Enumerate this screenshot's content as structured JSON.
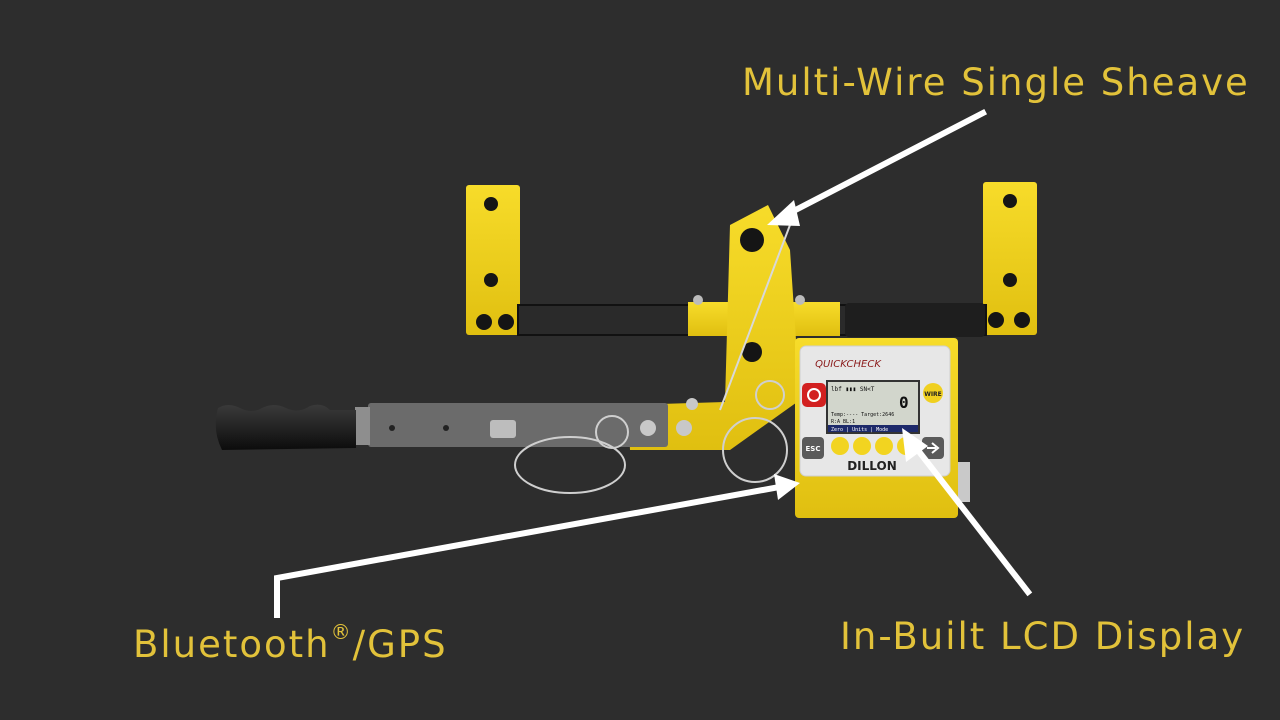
{
  "callouts": {
    "sheave": "Multi-Wire Single Sheave",
    "lcd": "In-Built LCD Display",
    "bluetooth_main": "Bluetooth",
    "bluetooth_sup": "®",
    "bluetooth_tail": "/GPS"
  },
  "device": {
    "brand_logo": "QUICKCHECK",
    "maker_logo": "DILLON",
    "buttons": {
      "escape": "ESC",
      "wire": "WIRE"
    },
    "screen": {
      "header": "lbf ▮▮▮ SN<T",
      "reading": "0",
      "line1": "Temp:---- Target:2646",
      "line2": "R:A    BL:1",
      "softkeys": "Zero | Units | Mode"
    }
  },
  "colors": {
    "background": "#2d2d2d",
    "caption": "#e2c23a",
    "device_yellow": "#f2d21c",
    "arrow": "#ffffff"
  }
}
